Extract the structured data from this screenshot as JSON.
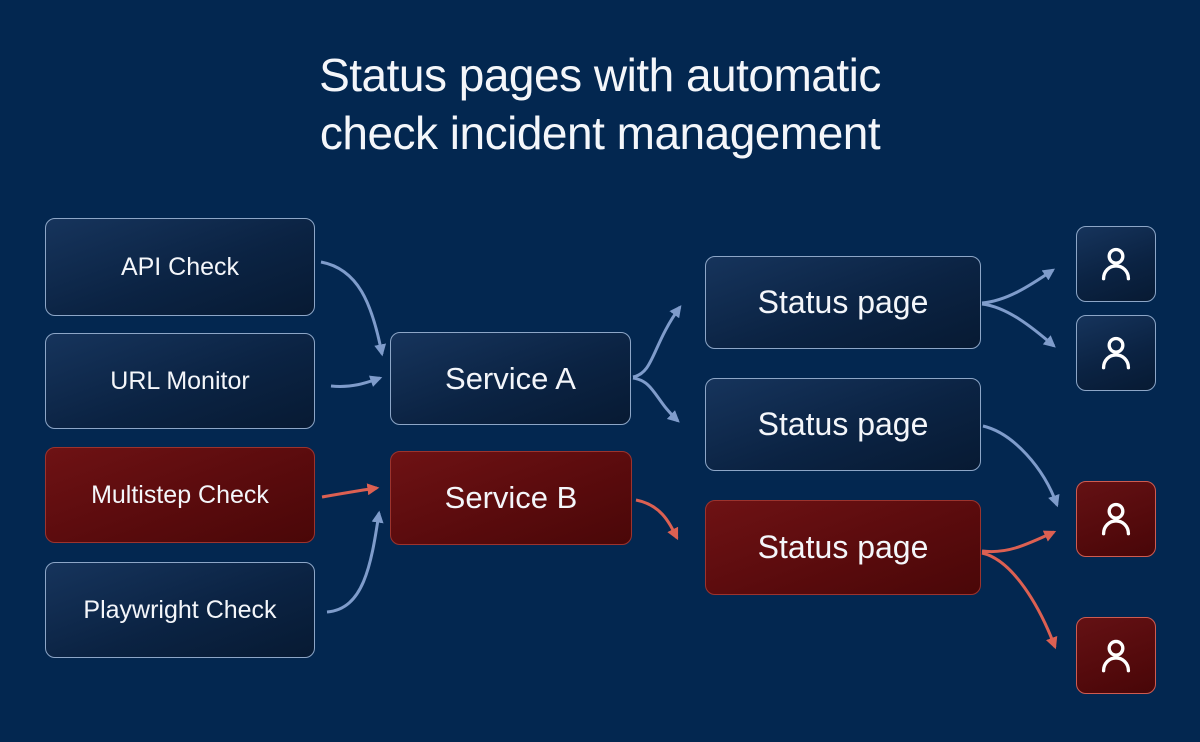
{
  "title": {
    "line1": "Status pages with automatic",
    "line2": "check incident management"
  },
  "colors": {
    "bg": "#032750",
    "text": "#f4f6fa",
    "border_navy": "#8da6c7",
    "border_red": "#9c332d",
    "border_user_red": "#cf5b50",
    "arrow_blue": "#7f9ccb",
    "arrow_red": "#dc6052",
    "node_navy_top": "#16345c",
    "node_navy_bottom": "#071a33",
    "node_red_top": "#6e1214",
    "node_red_bottom": "#4a0708"
  },
  "nodes": {
    "checks": [
      {
        "label": "API Check",
        "variant": "navy"
      },
      {
        "label": "URL Monitor",
        "variant": "navy"
      },
      {
        "label": "Multistep Check",
        "variant": "red"
      },
      {
        "label": "Playwright Check",
        "variant": "navy"
      }
    ],
    "services": [
      {
        "label": "Service A",
        "variant": "navy"
      },
      {
        "label": "Service B",
        "variant": "red"
      }
    ],
    "status_pages": [
      {
        "label": "Status page",
        "variant": "navy"
      },
      {
        "label": "Status page",
        "variant": "navy"
      },
      {
        "label": "Status page",
        "variant": "red"
      }
    ],
    "subscribers": [
      {
        "icon": "user-icon",
        "variant": "navy"
      },
      {
        "icon": "user-icon",
        "variant": "navy"
      },
      {
        "icon": "user-icon",
        "variant": "red"
      },
      {
        "icon": "user-icon",
        "variant": "red"
      }
    ]
  }
}
